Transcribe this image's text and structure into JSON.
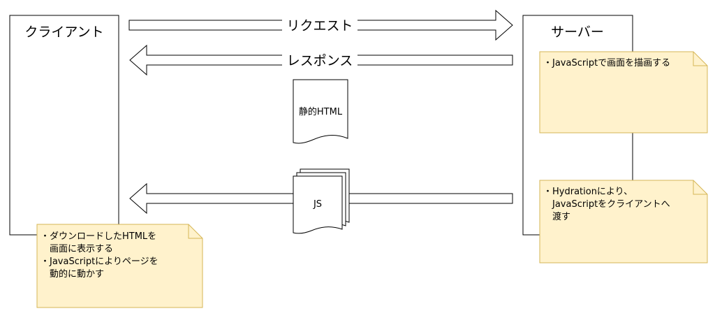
{
  "client": {
    "label": "クライアント"
  },
  "server": {
    "label": "サーバー"
  },
  "arrows": {
    "request": "リクエスト",
    "response": "レスポンス"
  },
  "documents": {
    "static_html": "静的HTML",
    "js": "JS"
  },
  "notes": {
    "server_render": [
      "・JavaScriptで画面を描画する"
    ],
    "server_hydration": [
      "・Hydrationにより、",
      "　JavaScriptをクライアントへ",
      "　渡す"
    ],
    "client": [
      "・ダウンロードしたHTMLを",
      "　画面に表示する",
      "・JavaScriptによりページを",
      "　動的に動かす"
    ]
  },
  "colors": {
    "note_fill": "#fff2cc",
    "note_stroke": "#d6b656",
    "line": "#000000"
  }
}
